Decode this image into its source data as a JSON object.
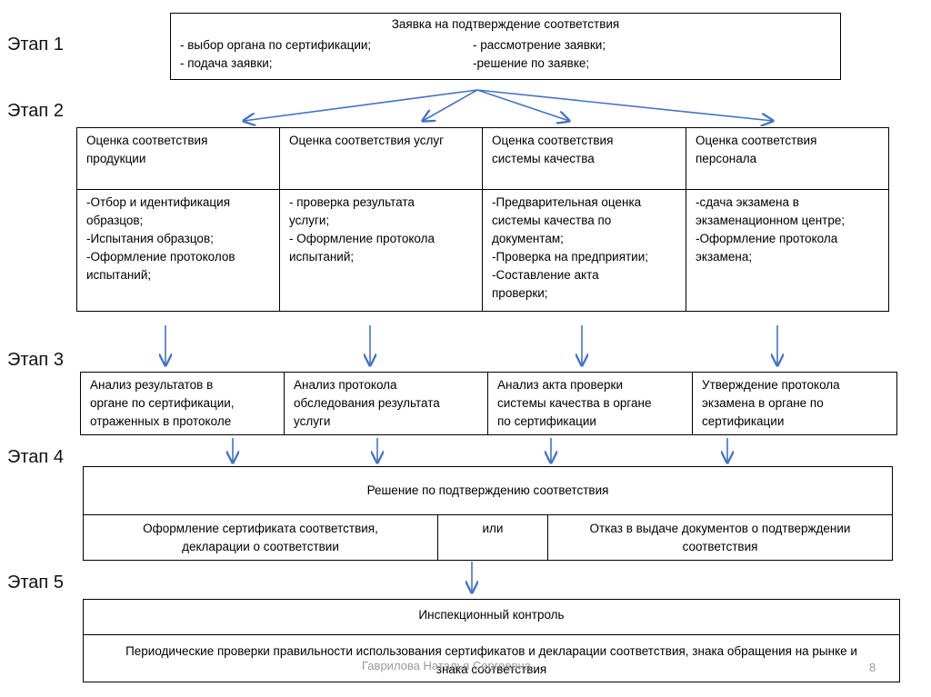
{
  "stages": [
    "Этап 1",
    "Этап 2",
    "Этап 3",
    "Этап 4",
    "Этап 5"
  ],
  "stage1": {
    "title": "Заявка на подтверждение соответствия",
    "left": "- выбор органа по сертификации;\n- подача заявки;",
    "right": "- рассмотрение заявки;\n-решение по заявке;"
  },
  "stage2": {
    "headers": [
      "Оценка соответствия\nпродукции",
      "Оценка соответствия услуг",
      "Оценка соответствия\nсистемы качества",
      "Оценка соответствия\nперсонала"
    ],
    "bodies": [
      "-Отбор и идентификация\nобразцов;\n-Испытания образцов;\n-Оформление протоколов\nиспытаний;",
      "- проверка результата\nуслуги;\n- Оформление протокола\nиспытаний;",
      "-Предварительная оценка\nсистемы качества по\nдокументам;\n-Проверка на предприятии;\n-Составление акта\nпроверки;",
      "-сдача экзамена в\nэкзаменационном центре;\n-Оформление протокола\nэкзамена;"
    ]
  },
  "stage3": {
    "cells": [
      "Анализ результатов в\nоргане по сертификации,\nотраженных в протоколе",
      "Анализ протокола\nобследования результата\nуслуги",
      "Анализ акта проверки\nсистемы качества в органе\nпо сертификации",
      "Утверждение протокола\nэкзамена в органе по\nсертификации"
    ]
  },
  "stage4": {
    "title": "Решение по подтверждению соответствия",
    "left": "Оформление сертификата соответствия,\nдекларации о соответствии",
    "middle": "или",
    "right": "Отказ в выдаче документов о подтверждении\nсоответствия"
  },
  "stage5": {
    "title": "Инспекционный контроль",
    "body": "Периодические проверки правильности использования сертификатов и декларации соответствия, знака обращения на рынке и знака соответствия"
  },
  "footer": {
    "author": "Гаврилова Наталья Сергеевна",
    "page": "8"
  },
  "colors": {
    "arrow": "#4472c4",
    "border": "#000000"
  }
}
